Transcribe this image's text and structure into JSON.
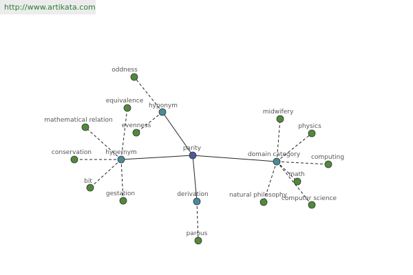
{
  "banner": {
    "url": "http://www.artikata.com"
  },
  "colors": {
    "root": "#4a5a9a",
    "hub": "#4a8a9a",
    "leaf": "#4f8a3c",
    "stroke": "#333333",
    "edge": "#222222"
  },
  "graph": {
    "nodes": [
      {
        "id": "parity",
        "label": "parity",
        "kind": "root"
      },
      {
        "id": "hyponym",
        "label": "hyponym",
        "kind": "hub"
      },
      {
        "id": "hypernym",
        "label": "hypernym",
        "kind": "hub"
      },
      {
        "id": "derivation",
        "label": "derivation",
        "kind": "hub"
      },
      {
        "id": "domain-category",
        "label": "domain category",
        "kind": "hub"
      },
      {
        "id": "oddness",
        "label": "oddness",
        "kind": "leaf"
      },
      {
        "id": "evenness",
        "label": "evenness",
        "kind": "leaf"
      },
      {
        "id": "equivalence",
        "label": "equivalence",
        "kind": "leaf"
      },
      {
        "id": "mathematical-relation",
        "label": "mathematical relation",
        "kind": "leaf"
      },
      {
        "id": "conservation",
        "label": "conservation",
        "kind": "leaf"
      },
      {
        "id": "bit",
        "label": "bit",
        "kind": "leaf"
      },
      {
        "id": "gestation",
        "label": "gestation",
        "kind": "leaf"
      },
      {
        "id": "parous",
        "label": "parous",
        "kind": "leaf"
      },
      {
        "id": "midwifery",
        "label": "midwifery",
        "kind": "leaf"
      },
      {
        "id": "physics",
        "label": "physics",
        "kind": "leaf"
      },
      {
        "id": "computing",
        "label": "computing",
        "kind": "leaf"
      },
      {
        "id": "math",
        "label": "math",
        "kind": "leaf"
      },
      {
        "id": "computer-science",
        "label": "computer science",
        "kind": "leaf"
      },
      {
        "id": "natural-philosophy",
        "label": "natural philosophy",
        "kind": "leaf"
      }
    ],
    "edges": [
      {
        "from": "parity",
        "to": "hyponym",
        "style": "solid"
      },
      {
        "from": "parity",
        "to": "hypernym",
        "style": "solid"
      },
      {
        "from": "parity",
        "to": "derivation",
        "style": "solid"
      },
      {
        "from": "parity",
        "to": "domain-category",
        "style": "solid"
      },
      {
        "from": "hyponym",
        "to": "oddness",
        "style": "dashed"
      },
      {
        "from": "hyponym",
        "to": "evenness",
        "style": "dashed"
      },
      {
        "from": "hypernym",
        "to": "equivalence",
        "style": "dashed"
      },
      {
        "from": "hypernym",
        "to": "mathematical-relation",
        "style": "dashed"
      },
      {
        "from": "hypernym",
        "to": "conservation",
        "style": "dashed"
      },
      {
        "from": "hypernym",
        "to": "bit",
        "style": "dashed"
      },
      {
        "from": "hypernym",
        "to": "gestation",
        "style": "dashed"
      },
      {
        "from": "derivation",
        "to": "parous",
        "style": "dashed"
      },
      {
        "from": "domain-category",
        "to": "midwifery",
        "style": "dashed"
      },
      {
        "from": "domain-category",
        "to": "physics",
        "style": "dashed"
      },
      {
        "from": "domain-category",
        "to": "computing",
        "style": "dashed"
      },
      {
        "from": "domain-category",
        "to": "math",
        "style": "dashed"
      },
      {
        "from": "domain-category",
        "to": "computer-science",
        "style": "dashed"
      },
      {
        "from": "domain-category",
        "to": "natural-philosophy",
        "style": "dashed"
      }
    ]
  }
}
